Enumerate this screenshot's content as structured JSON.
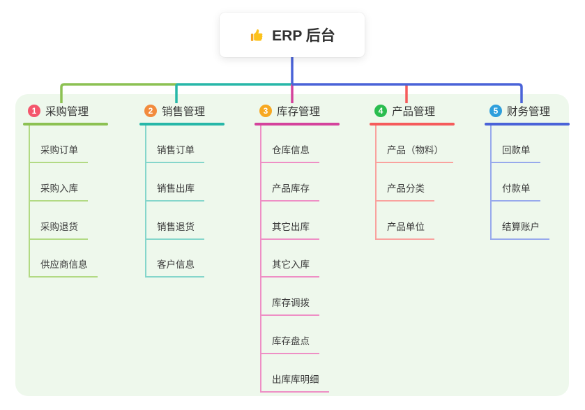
{
  "root": {
    "icon": "thumbs-up-icon",
    "label": "ERP 后台"
  },
  "canvas": {
    "background": "#ffffff",
    "panel_color": "#EEF8EC"
  },
  "branches": [
    {
      "num": "1",
      "label": "采购管理",
      "badge_color": "#F4566C",
      "line_color": "#8CC152",
      "child_line_color": "#B2DA84",
      "children": [
        "采购订单",
        "采购入库",
        "采购退货",
        "供应商信息"
      ]
    },
    {
      "num": "2",
      "label": "销售管理",
      "badge_color": "#F28B3D",
      "line_color": "#27B7A8",
      "child_line_color": "#85D6CB",
      "children": [
        "销售订单",
        "销售出库",
        "销售退货",
        "客户信息"
      ]
    },
    {
      "num": "3",
      "label": "库存管理",
      "badge_color": "#F7A821",
      "line_color": "#D4439C",
      "child_line_color": "#EE8FC5",
      "children": [
        "仓库信息",
        "产品库存",
        "其它出库",
        "其它入库",
        "库存调拨",
        "库存盘点",
        "出库库明细"
      ]
    },
    {
      "num": "4",
      "label": "产品管理",
      "badge_color": "#2ABD4F",
      "line_color": "#F55B5B",
      "child_line_color": "#F9A29E",
      "children": [
        "产品（物料）",
        "产品分类",
        "产品单位"
      ]
    },
    {
      "num": "5",
      "label": "财务管理",
      "badge_color": "#2E9FDC",
      "line_color": "#4A63D8",
      "child_line_color": "#97A9EC",
      "children": [
        "回款单",
        "付款单",
        "结算账户"
      ]
    }
  ]
}
